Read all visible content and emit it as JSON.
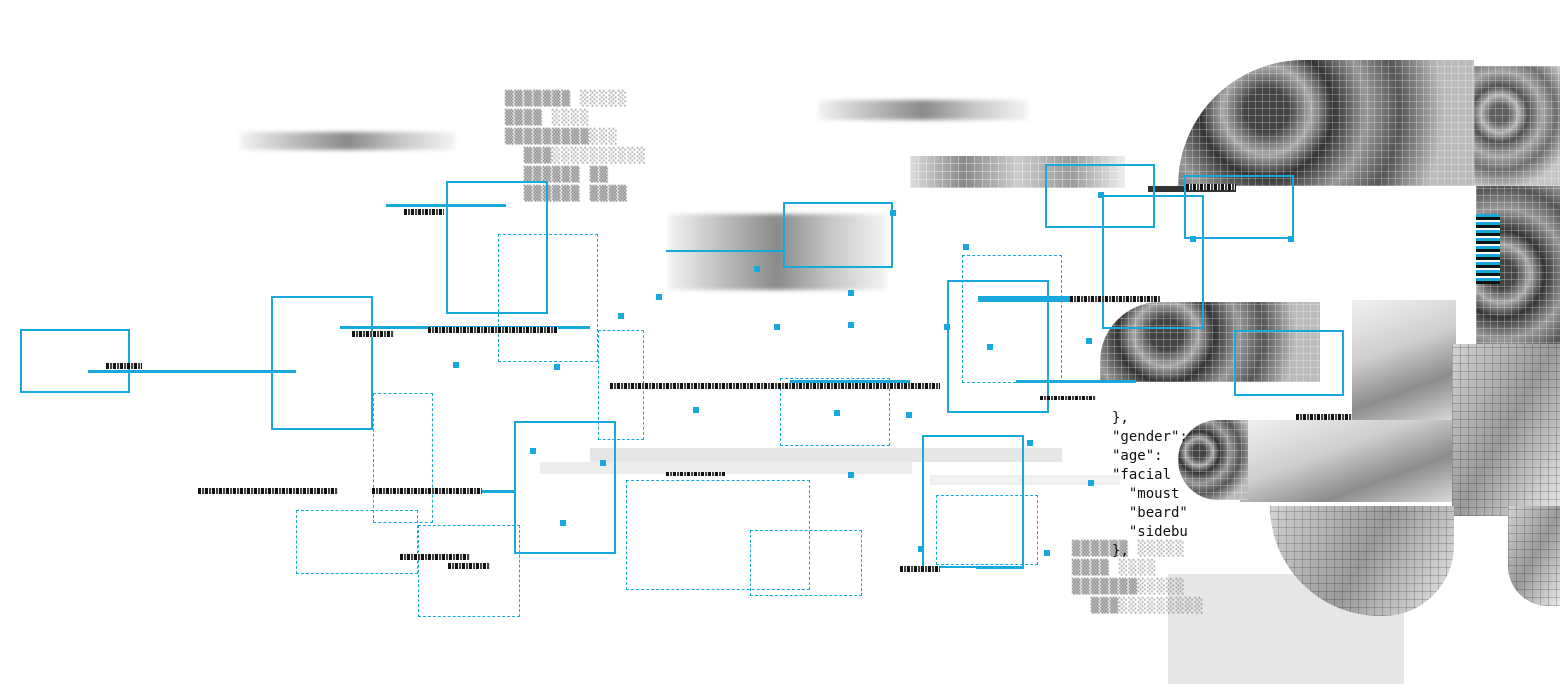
{
  "colors": {
    "accent": "#18a9dc",
    "ink": "#111111"
  },
  "code": {
    "lines": [
      "},",
      "\"gender\":",
      "\"age\":",
      "\"facial",
      "  \"moust",
      "  \"beard\"",
      "  \"sidebu",
      "},"
    ]
  }
}
